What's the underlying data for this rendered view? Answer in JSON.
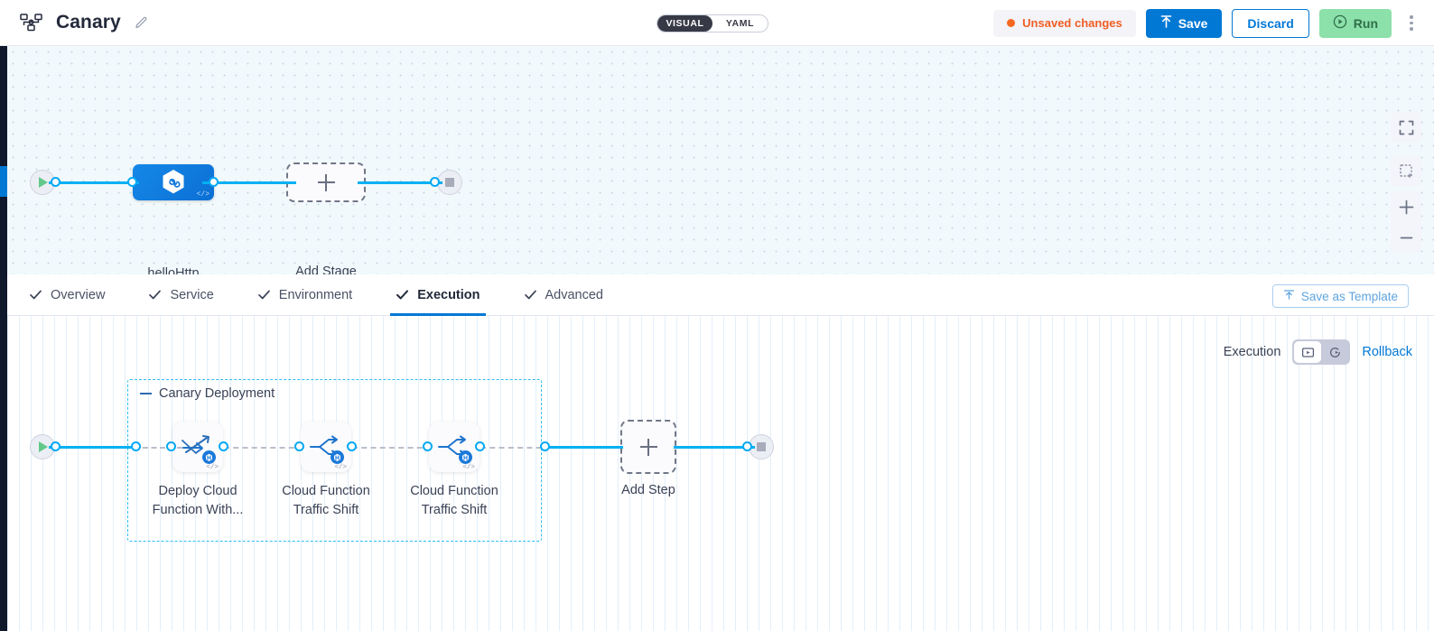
{
  "header": {
    "pipeline_icon": "pipeline-nodes-icon",
    "title": "Canary",
    "edit_icon": "pencil-icon",
    "mode_toggle": {
      "options": [
        {
          "label": "VISUAL",
          "active": true
        },
        {
          "label": "YAML",
          "active": false
        }
      ]
    },
    "unsaved_label": "Unsaved changes",
    "unsaved_color": "#f05e24",
    "save_label": "Save",
    "save_icon": "upload-arrow-icon",
    "save_color": "#0278d5",
    "discard_label": "Discard",
    "run_label": "Run",
    "run_icon": "play-circle-icon",
    "run_color": "#8ce0aa",
    "menu_icon": "kebab-menu-icon"
  },
  "canvas_top": {
    "start_node": "start-node",
    "stage": {
      "label": "helloHttp",
      "icon": "harness-hexagon-infinity-icon",
      "code_badge": "</>"
    },
    "add_stage": {
      "label": "Add Stage",
      "icon": "plus-icon"
    },
    "end_node": "end-node",
    "controls": [
      {
        "name": "expand-fullscreen-icon"
      },
      {
        "name": "fit-to-screen-icon"
      },
      {
        "name": "zoom-in-icon",
        "label": "+"
      },
      {
        "name": "zoom-out-icon",
        "label": "−"
      }
    ]
  },
  "tabs": [
    {
      "label": "Overview",
      "active": false,
      "checked": true
    },
    {
      "label": "Service",
      "active": false,
      "checked": true
    },
    {
      "label": "Environment",
      "active": false,
      "checked": true
    },
    {
      "label": "Execution",
      "active": true,
      "checked": true
    },
    {
      "label": "Advanced",
      "active": false,
      "checked": true
    }
  ],
  "save_as_template": {
    "label": "Save as Template",
    "icon": "template-upload-icon"
  },
  "execution": {
    "label": "Execution",
    "view_toggle": [
      {
        "name": "execution-view-icon",
        "active": true
      },
      {
        "name": "rollback-view-icon",
        "active": false
      }
    ],
    "rollback_label": "Rollback",
    "rollback_color": "#0278d5"
  },
  "canvas_bottom": {
    "group": {
      "title": "Canary Deployment",
      "collapse_icon": "collapse-dash-icon",
      "border_color": "#2dbdf0"
    },
    "steps": [
      {
        "label_line1": "Deploy Cloud",
        "label_line2": "Function With...",
        "icon": "deploy-function-icon",
        "badge": "harness-badge-icon",
        "code_badge": "</>"
      },
      {
        "label_line1": "Cloud Function",
        "label_line2": "Traffic Shift",
        "icon": "traffic-shift-icon",
        "badge": "harness-badge-icon",
        "code_badge": "</>"
      },
      {
        "label_line1": "Cloud Function",
        "label_line2": "Traffic Shift",
        "icon": "traffic-shift-icon",
        "badge": "harness-badge-icon",
        "code_badge": "</>"
      }
    ],
    "add_step": {
      "label": "Add Step",
      "icon": "plus-icon"
    },
    "start_node": "start-node",
    "end_node": "end-node"
  }
}
